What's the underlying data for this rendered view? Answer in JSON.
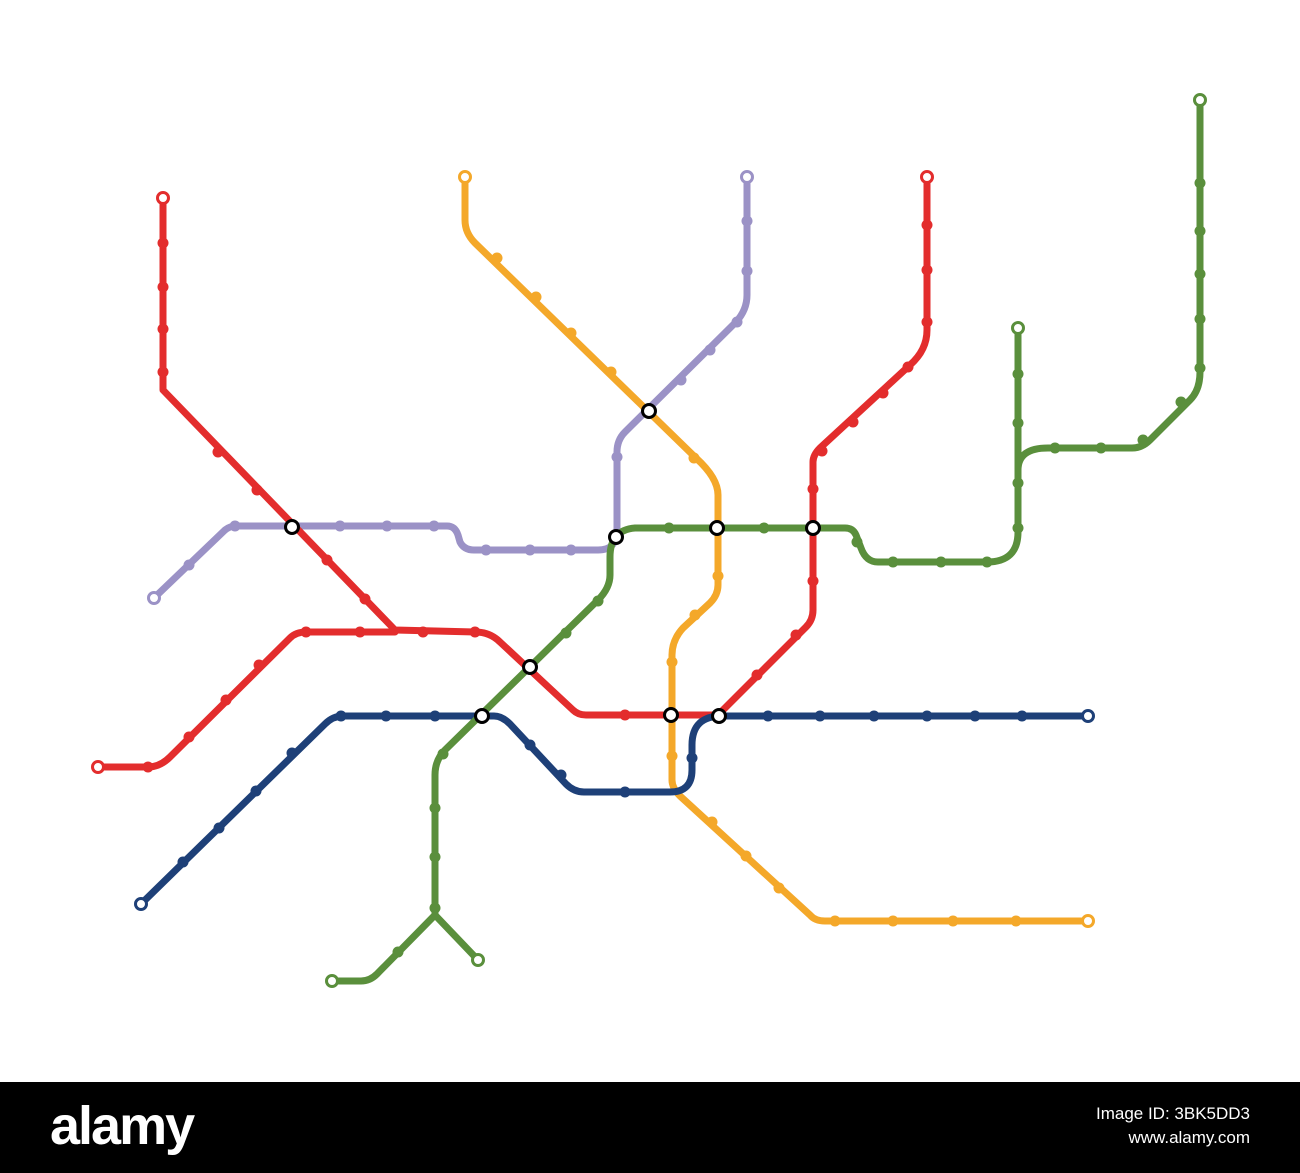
{
  "colors": {
    "red": "#e32d2d",
    "purple": "#9b92c6",
    "yellow": "#f4a82a",
    "green": "#5a8f3c",
    "blue": "#1e4078",
    "interchange_fill": "#ffffff",
    "interchange_stroke": "#000000"
  },
  "footer": {
    "brand": "alamy",
    "image_id": "Image ID: 3BK5DD3",
    "site": "www.alamy.com"
  }
}
